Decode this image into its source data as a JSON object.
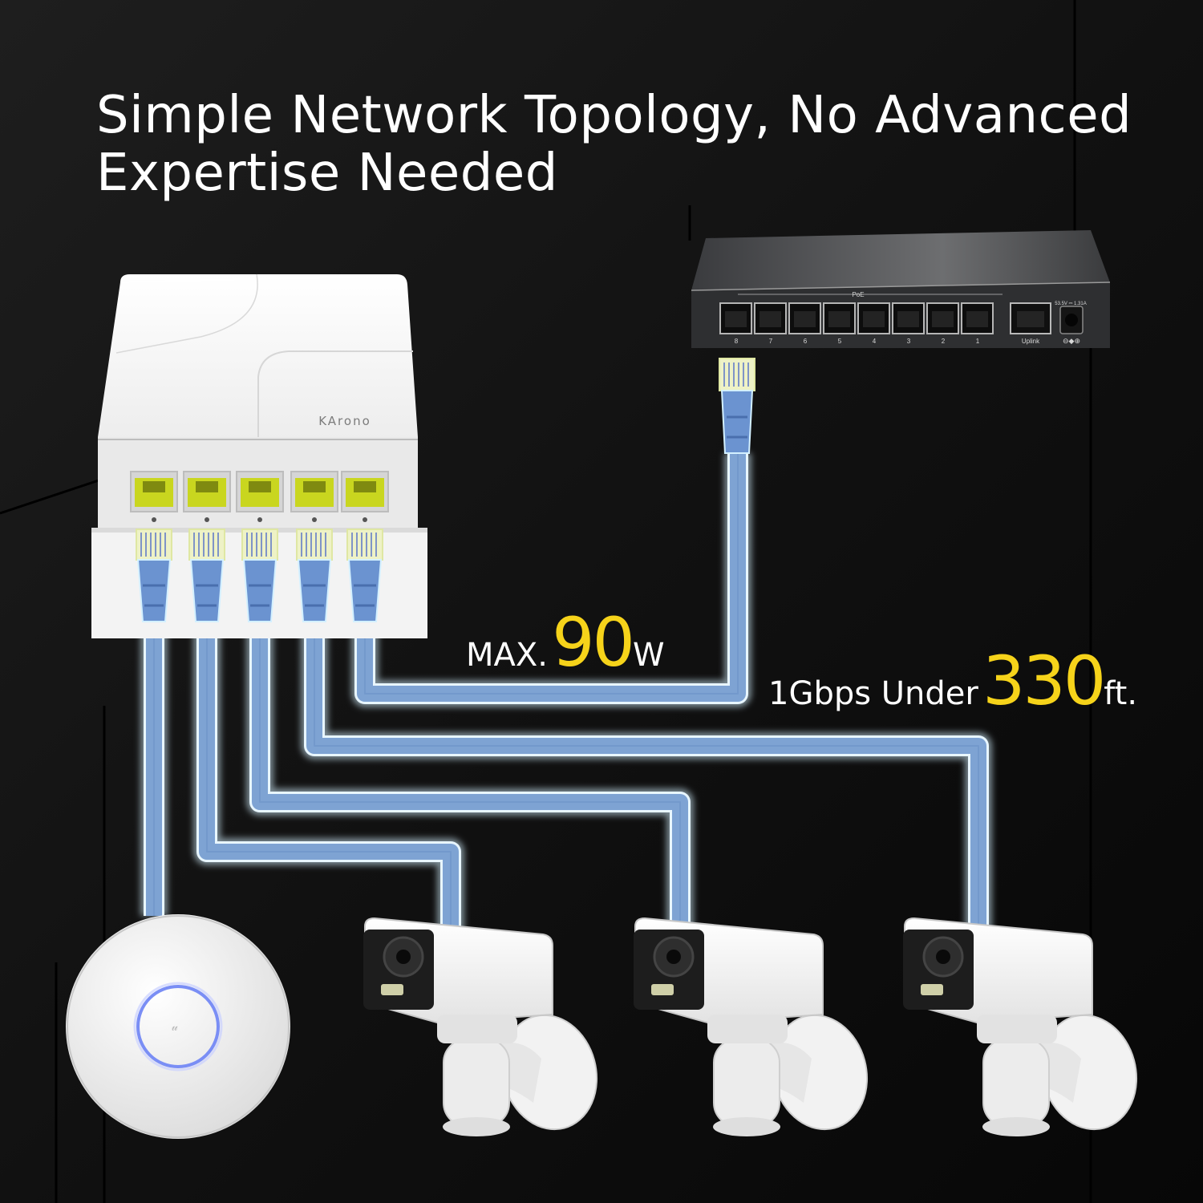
{
  "headline": {
    "line1": "Simple Network Topology, No Advanced",
    "line2": "Expertise Needed"
  },
  "power_spec": {
    "prefix": "MAX.",
    "value": "90",
    "unit": "W"
  },
  "range_spec": {
    "prefix": "1Gbps Under",
    "value": "330",
    "unit": "ft."
  },
  "extender": {
    "brand": "KArono",
    "port_count": 5,
    "color": "#f2f2f2",
    "port_insert_color": "#c9d61f"
  },
  "switch": {
    "poe_label": "PoE",
    "port_numbers": [
      "8",
      "7",
      "6",
      "5",
      "4",
      "3",
      "2",
      "1"
    ],
    "uplink_label": "Uplink",
    "power_rating": "53.5V ⎓ 1.31A",
    "color": "#2c2d2f"
  },
  "endpoints": [
    {
      "type": "access-point",
      "icon": "wireless-access-point-icon"
    },
    {
      "type": "bullet-camera",
      "icon": "bullet-camera-icon"
    },
    {
      "type": "bullet-camera",
      "icon": "bullet-camera-icon"
    },
    {
      "type": "bullet-camera",
      "icon": "bullet-camera-icon"
    }
  ],
  "colors": {
    "background": "#0b0b0b",
    "cable": "#7ea3d3",
    "cable_glow": "#d3f0ff",
    "accent_yellow": "#f6d31a",
    "text": "#ffffff"
  }
}
